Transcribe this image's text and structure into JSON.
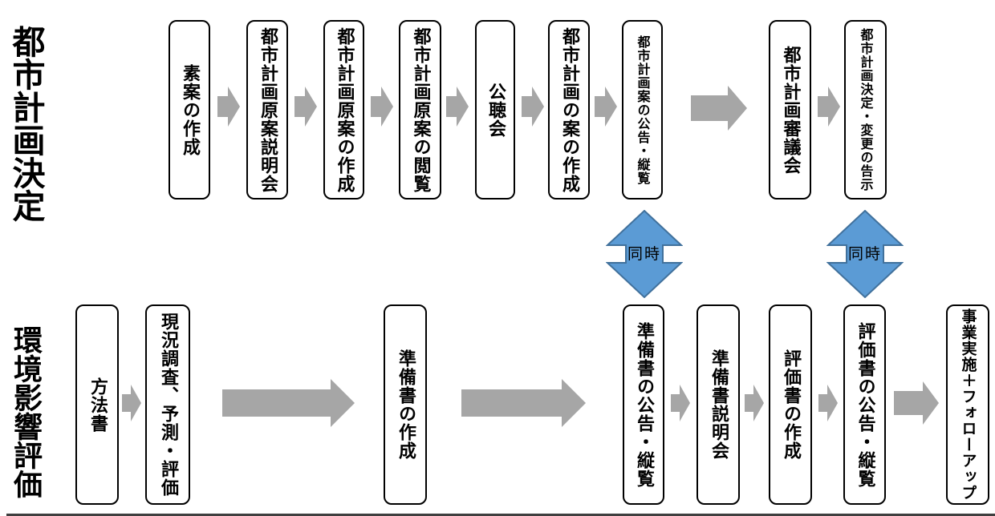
{
  "lanes": {
    "top": {
      "title": "都市計画決定",
      "boxes": [
        {
          "label": "素案の作成"
        },
        {
          "label": "都市計画原案説明会"
        },
        {
          "label": "都市計画原案の作成"
        },
        {
          "label": "都市計画原案の閲覧"
        },
        {
          "label": "公聴会"
        },
        {
          "label": "都市計画の案の作成"
        },
        {
          "label": "都市計画案の公告・縦覧"
        },
        {
          "label": "都市計画審議会"
        },
        {
          "label": "都市計画決定・変更の告示"
        }
      ]
    },
    "bottom": {
      "title": "環境影響評価",
      "boxes": [
        {
          "label": "方法書"
        },
        {
          "label": "現況調査、予測・評価"
        },
        {
          "label": "準備書の作成"
        },
        {
          "label": "準備書の公告・縦覧"
        },
        {
          "label": "準備書説明会"
        },
        {
          "label": "評価書の作成"
        },
        {
          "label": "評価書の公告・縦覧"
        },
        {
          "label": "事業実施＋フォローアップ"
        }
      ]
    }
  },
  "sync_markers": [
    {
      "label": "同時"
    },
    {
      "label": "同時"
    }
  ],
  "colors": {
    "arrow_fill": "#A6A6A6",
    "sync_fill": "#5B9BD5",
    "sync_stroke": "#41719C",
    "box_border": "#000000"
  }
}
